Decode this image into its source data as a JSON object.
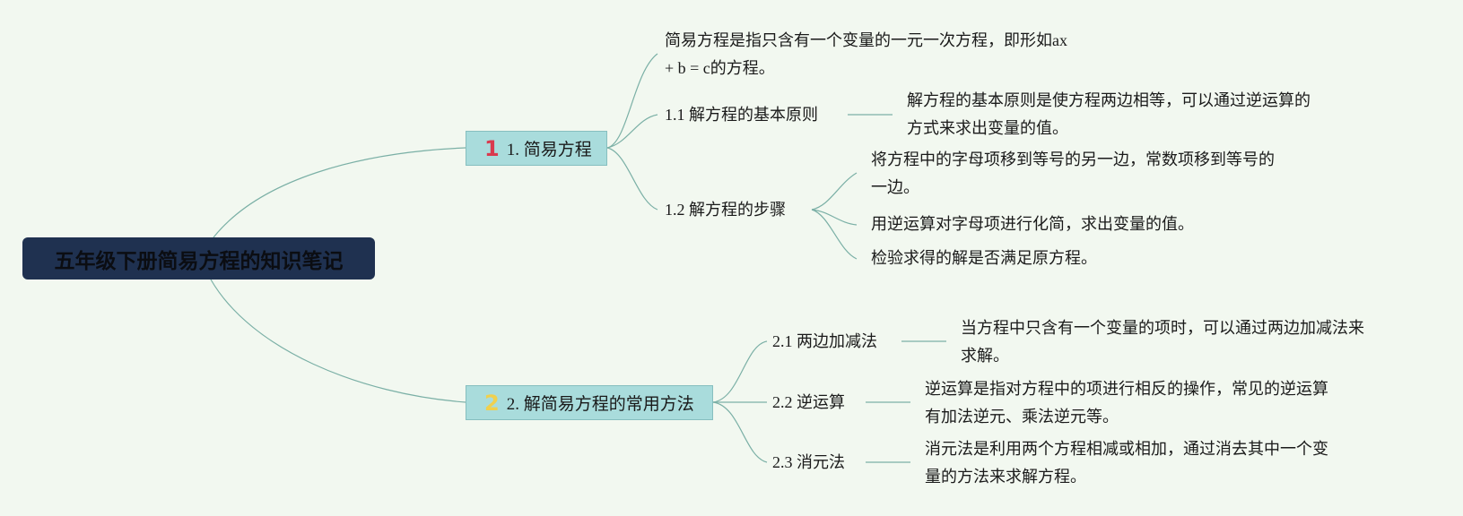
{
  "root": {
    "title": "五年级下册简易方程的知识笔记"
  },
  "topics": [
    {
      "number": "1",
      "number_color": "#d93a4e",
      "label": "1. 简易方程",
      "definition": [
        "简易方程是指只含有一个变量的一元一次方程，即形如ax",
        "+ b = c的方程。"
      ],
      "subtopics": [
        {
          "label": "1.1 解方程的基本原则",
          "details": [
            [
              "解方程的基本原则是使方程两边相等，可以通过逆运算的",
              "方式来求出变量的值。"
            ]
          ]
        },
        {
          "label": "1.2 解方程的步骤",
          "details": [
            [
              "将方程中的字母项移到等号的另一边，常数项移到等号的",
              "一边。"
            ],
            [
              "用逆运算对字母项进行化简，求出变量的值。"
            ],
            [
              "检验求得的解是否满足原方程。"
            ]
          ]
        }
      ]
    },
    {
      "number": "2",
      "number_color": "#f0d04e",
      "label": "2. 解简易方程的常用方法",
      "subtopics": [
        {
          "label": "2.1 两边加减法",
          "details": [
            [
              "当方程中只含有一个变量的项时，可以通过两边加减法来",
              "求解。"
            ]
          ]
        },
        {
          "label": "2.2 逆运算",
          "details": [
            [
              "逆运算是指对方程中的项进行相反的操作，常见的逆运算",
              "有加法逆元、乘法逆元等。"
            ]
          ]
        },
        {
          "label": "2.3 消元法",
          "details": [
            [
              "消元法是利用两个方程相减或相加，通过消去其中一个变",
              "量的方法来求解方程。"
            ]
          ]
        }
      ]
    }
  ],
  "colors": {
    "background": "#f2f8f0",
    "root_fill": "#1f3150",
    "topic_fill": "#a9dcdc",
    "connector": "#7bb0a6"
  }
}
